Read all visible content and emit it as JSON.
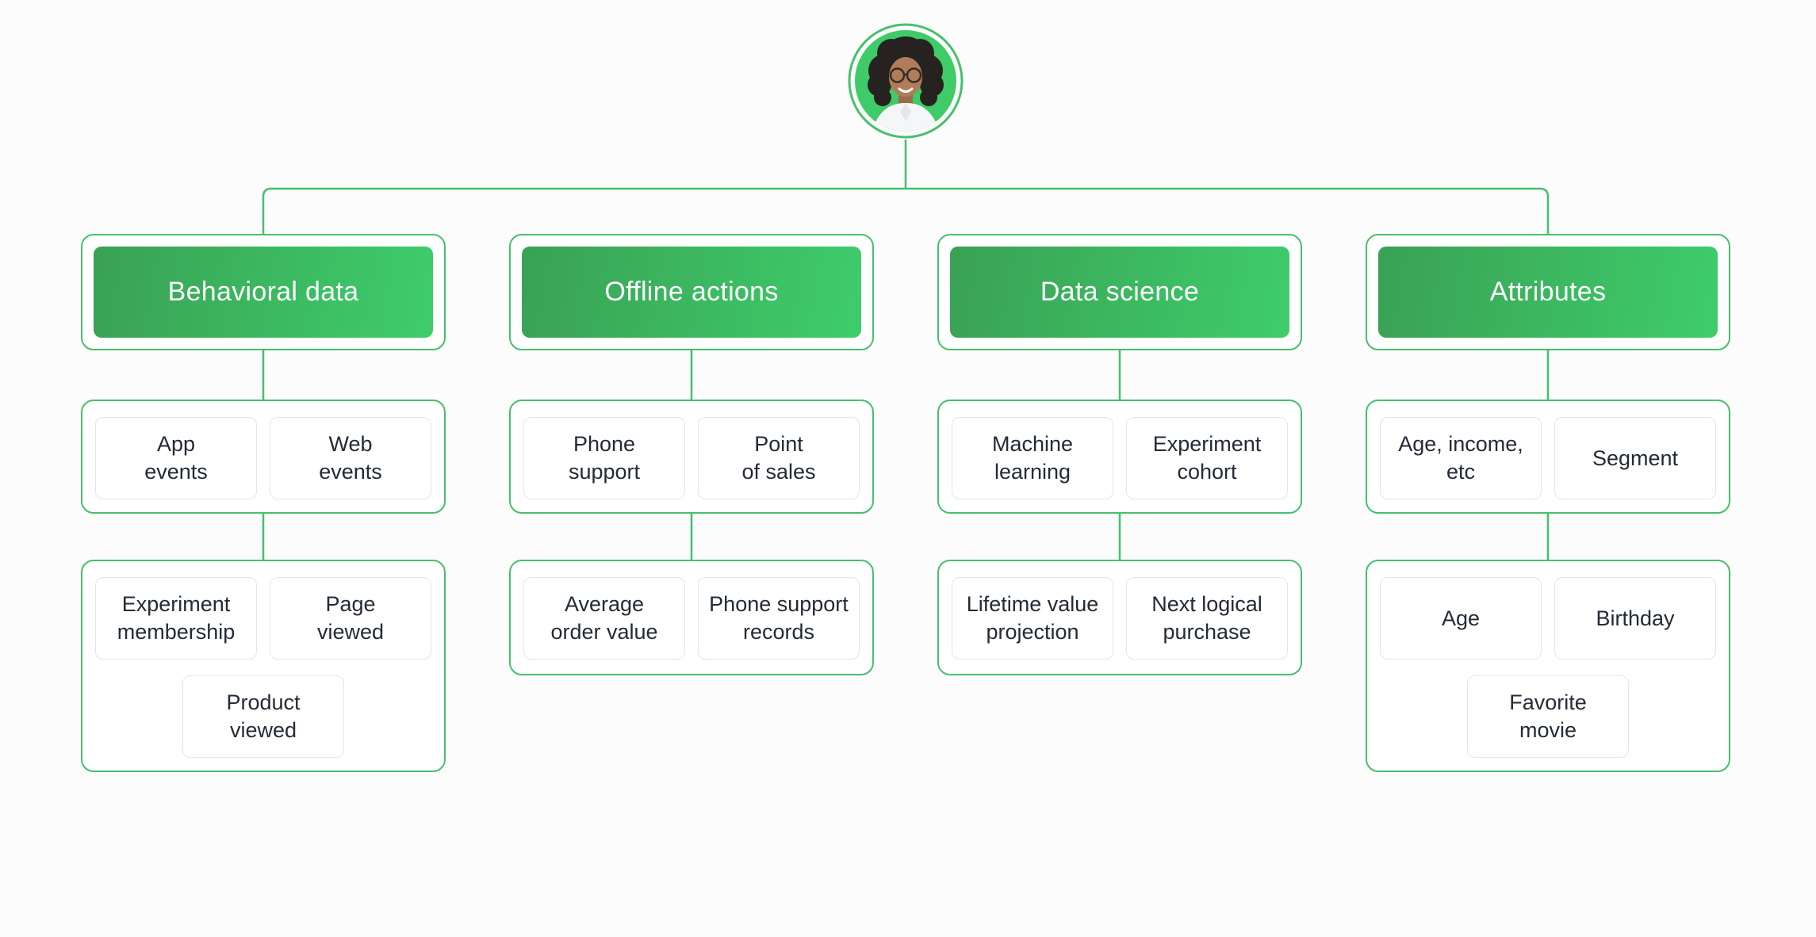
{
  "diagram": {
    "avatar": {
      "name": "customer-avatar",
      "ring_color": "#45c06c",
      "disc_color": "#3ecb68"
    },
    "colors": {
      "line_green": "#45c06c",
      "header_gradient_start": "#3aa155",
      "header_gradient_end": "#3ecd6b",
      "node_text": "#232b35",
      "node_border": "#e3e6ea",
      "container_background": "#ffffff",
      "page_background": "#fcfcfc",
      "header_text": "#ffffff"
    },
    "columns": [
      {
        "header": "Behavioral data",
        "groups": [
          {
            "items": [
              "App\nevents",
              "Web\nevents"
            ]
          },
          {
            "items": [
              "Experiment\nmembership",
              "Page\nviewed",
              "Product\nviewed"
            ]
          }
        ]
      },
      {
        "header": "Offline actions",
        "groups": [
          {
            "items": [
              "Phone\nsupport",
              "Point\nof sales"
            ]
          },
          {
            "items": [
              "Average\norder value",
              "Phone support\nrecords"
            ]
          }
        ]
      },
      {
        "header": "Data science",
        "groups": [
          {
            "items": [
              "Machine\nlearning",
              "Experiment\ncohort"
            ]
          },
          {
            "items": [
              "Lifetime value\nprojection",
              "Next logical\npurchase"
            ]
          }
        ]
      },
      {
        "header": "Attributes",
        "groups": [
          {
            "items": [
              "Age, income,\netc",
              "Segment"
            ]
          },
          {
            "items": [
              "Age",
              "Birthday",
              "Favorite\nmovie"
            ]
          }
        ]
      }
    ]
  }
}
